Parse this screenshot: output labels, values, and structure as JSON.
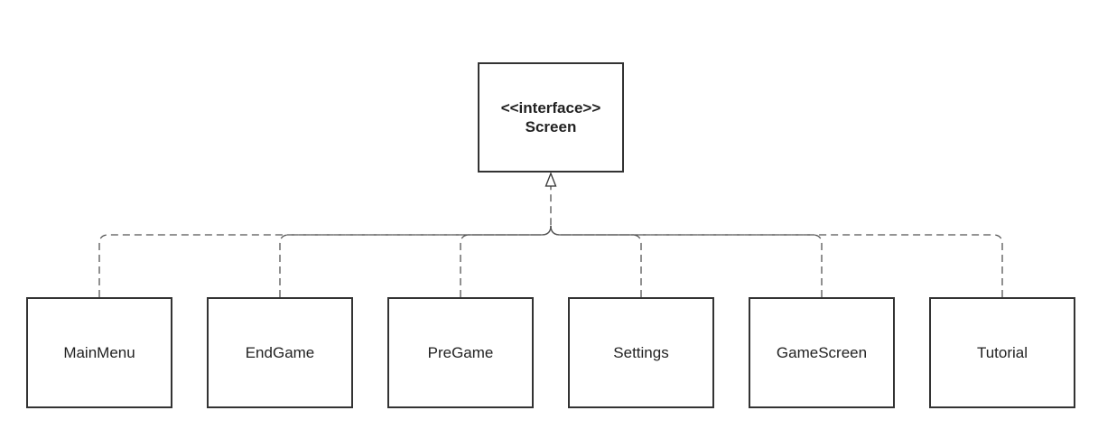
{
  "interface_box": {
    "stereotype": "<<interface>>",
    "name": "Screen"
  },
  "implementations": [
    {
      "name": "MainMenu"
    },
    {
      "name": "EndGame"
    },
    {
      "name": "PreGame"
    },
    {
      "name": "Settings"
    },
    {
      "name": "GameScreen"
    },
    {
      "name": "Tutorial"
    }
  ],
  "relationship": "realization",
  "colors": {
    "line": "#555555",
    "border": "#333333",
    "text": "#222222",
    "background": "#ffffff"
  }
}
